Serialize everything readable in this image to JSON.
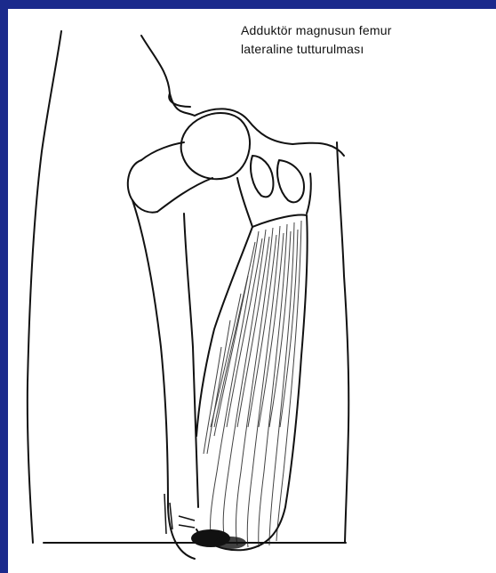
{
  "caption": {
    "line1": "Adduktör magnusun femur",
    "line2": "lateraline tutturulması"
  },
  "colors": {
    "slide_background": "#1b2a8c",
    "panel_background": "#ffffff",
    "ink": "#111111"
  },
  "figure": {
    "subject": "line drawing of thigh with adductor magnus attached to lateral femur"
  }
}
